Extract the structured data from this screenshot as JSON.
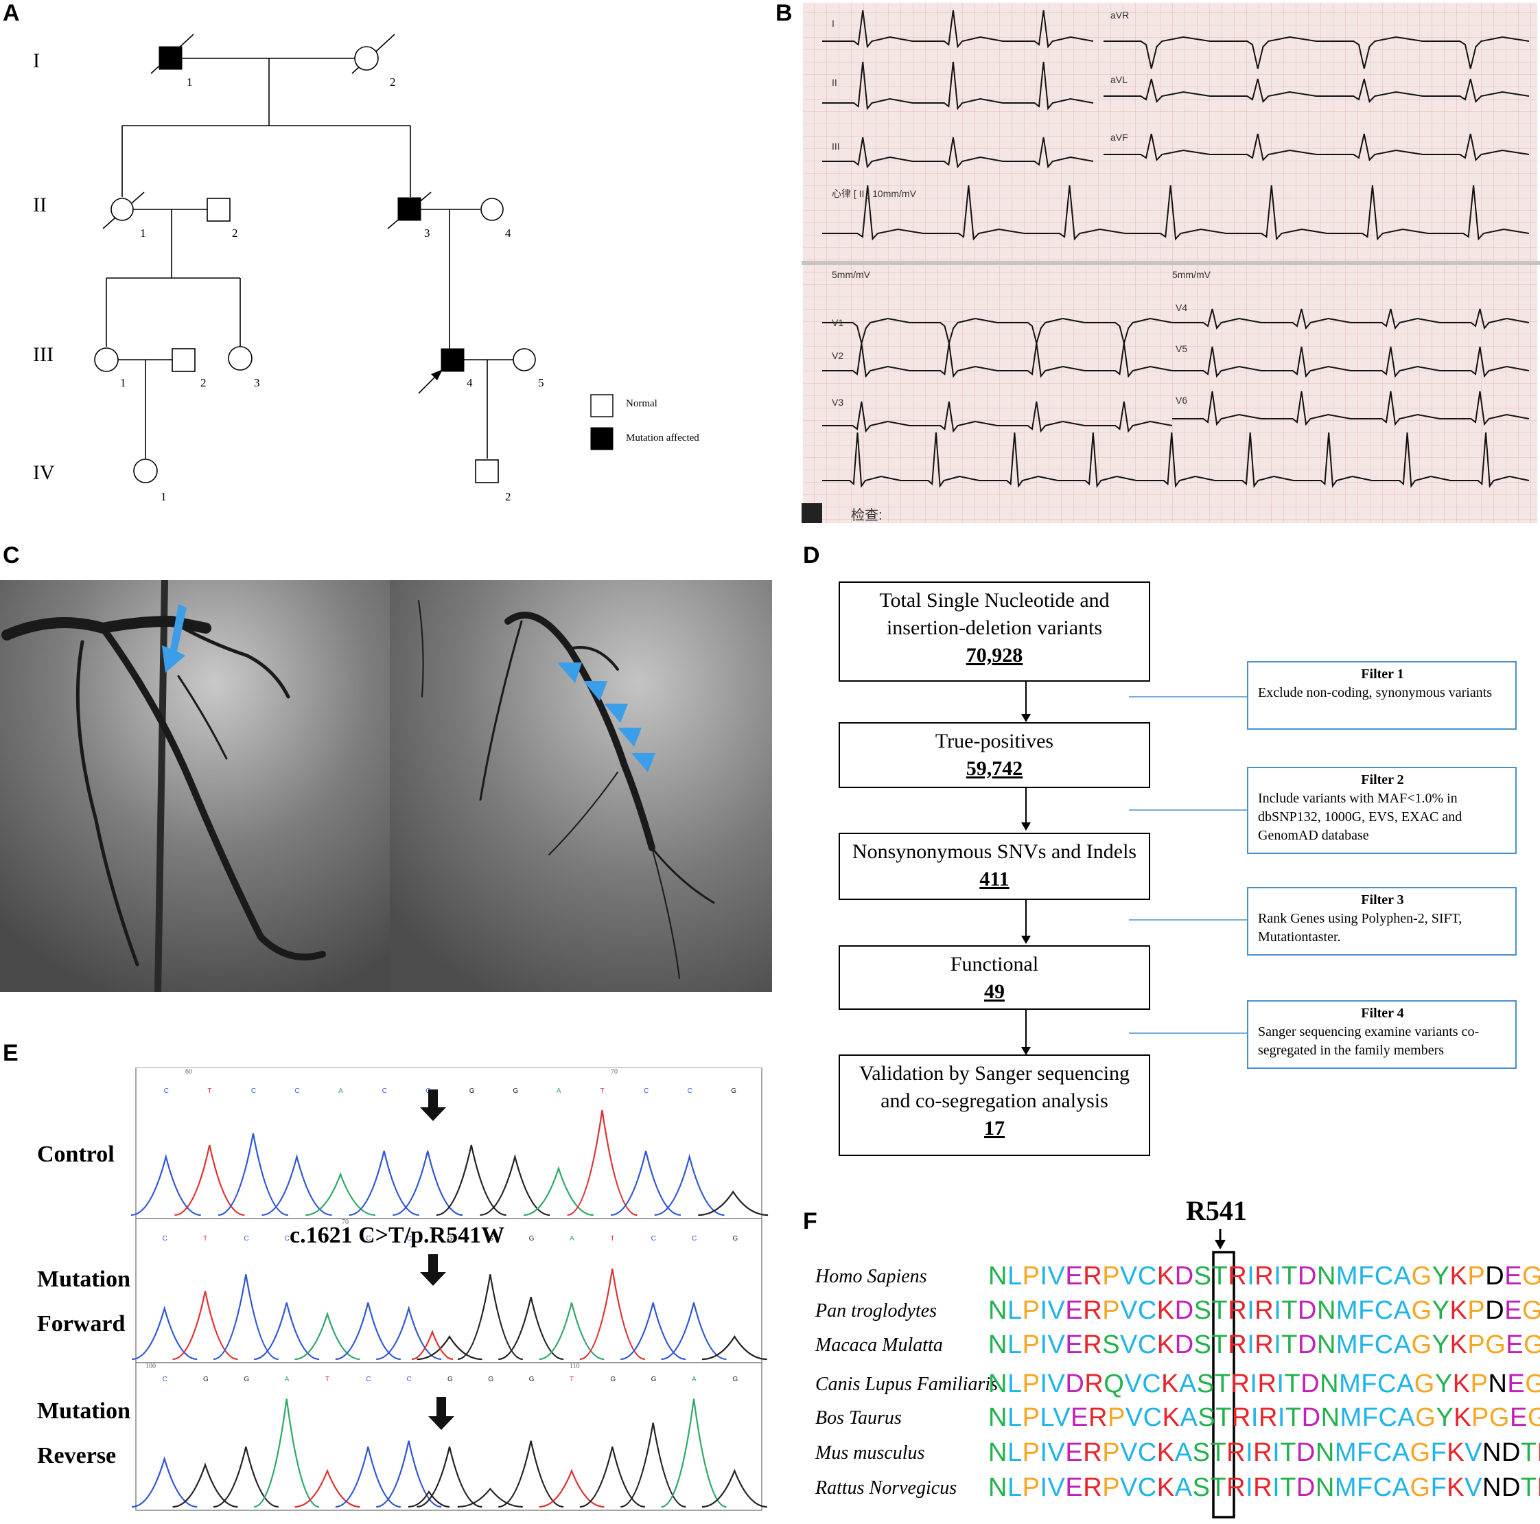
{
  "panels": {
    "a": "A",
    "b": "B",
    "c": "C",
    "d": "D",
    "e": "E",
    "f": "F"
  },
  "pedigree": {
    "generations": [
      "I",
      "II",
      "III",
      "IV"
    ],
    "ids": {
      "I1": "1",
      "I2": "2",
      "II1": "1",
      "II2": "2",
      "II3": "3",
      "II4": "4",
      "III1": "1",
      "III2": "2",
      "III3": "3",
      "III4": "4",
      "III5": "5",
      "IV1": "1",
      "IV2": "2"
    },
    "legend": {
      "normal": "Normal",
      "affected": "Mutation affected"
    }
  },
  "ecg": {
    "leads_left": [
      "I",
      "II",
      "III"
    ],
    "leads_right": [
      "aVR",
      "aVL",
      "aVF"
    ],
    "rhythm_label": "心律 [ II ] 10mm/mV",
    "chest_left": [
      "V1",
      "V2",
      "V3"
    ],
    "chest_right": [
      "V4",
      "V5",
      "V6"
    ],
    "gain_left": "5mm/mV",
    "gain_right": "5mm/mV",
    "footer": "检查:"
  },
  "flow": {
    "boxes": [
      {
        "line1": "Total Single Nucleotide and",
        "line2": "insertion-deletion variants",
        "num": "70,928"
      },
      {
        "line1": "True-positives",
        "line2": "",
        "num": "59,742"
      },
      {
        "line1": "Nonsynonymous SNVs and Indels",
        "line2": "",
        "num": "411"
      },
      {
        "line1": "Functional",
        "line2": "",
        "num": "49"
      },
      {
        "line1": "Validation by Sanger sequencing",
        "line2": "and co-segregation analysis",
        "num": "17"
      }
    ],
    "filters": [
      {
        "title": "Filter 1",
        "text": "Exclude non-coding, synonymous variants"
      },
      {
        "title": "Filter 2",
        "text": "Include variants with MAF<1.0% in dbSNP132, 1000G, EVS, EXAC and GenomAD database"
      },
      {
        "title": "Filter 3",
        "text": "Rank Genes using Polyphen-2, SIFT, Mutationtaster."
      },
      {
        "title": "Filter 4",
        "text": "Sanger sequencing examine variants co-segregated in the family members"
      }
    ]
  },
  "sanger": {
    "control": "Control",
    "mutation": "Mutation",
    "forward": "Forward",
    "reverse": "Reverse",
    "mutation_note": "c.1621 C>T/p.R541W",
    "bases_1": [
      "C",
      "T",
      "C",
      "C",
      "A",
      "C",
      "C",
      "G",
      "G",
      "A",
      "T",
      "C",
      "C",
      "G"
    ],
    "bases_2": [
      "C",
      "T",
      "C",
      "C",
      "A",
      "C",
      "C",
      "G",
      "G",
      "G",
      "A",
      "T",
      "C",
      "C",
      "G"
    ],
    "bases_3": [
      "C",
      "G",
      "G",
      "A",
      "T",
      "C",
      "C",
      "G",
      "G",
      "G",
      "T",
      "G",
      "G",
      "A",
      "G"
    ],
    "ticks": {
      "t60": "60",
      "t70": "70",
      "t70b": "70",
      "t100": "100",
      "t110": "110"
    }
  },
  "alignment": {
    "marker": "R541",
    "rows": [
      {
        "species": "Homo Sapiens",
        "seq": "NLPIVERPVCKDSTRIRITDNMFCAGYKPDEGKR"
      },
      {
        "species": "Pan troglodytes",
        "seq": "NLPIVERPVCKDSTRIRITDNMFCAGYKPDEGKR"
      },
      {
        "species": "Macaca Mulatta",
        "seq": "NLPIVERSVCKDSTRIRITDNMFCAGYKPGEGKR"
      },
      {
        "species": "Canis Lupus Familiaris",
        "seq": "NLPIVDRQVCKASTRIRITDNMFCAGYKPNEGKR"
      },
      {
        "species": "Bos Taurus",
        "seq": "NLPLVERPVCKASTRIRITDNMFCAGYKPGEGKR"
      },
      {
        "species": "Mus musculus",
        "seq": "NLPIVERPVCKASTRIRITDNMFCAGFKVNDTKR"
      },
      {
        "species": "Rattus Norvegicus",
        "seq": "NLPIVERPVCKASTRIRITDNMFCAGFKVNDTKR"
      }
    ],
    "colors": {
      "hydrophobic": "#1fb3e8",
      "positive": "#e8232a",
      "negative": "#c21fb8",
      "polar": "#22b14c",
      "special": "#f5a623",
      "other": "#000000",
      "nonpolar": "#8040c0"
    }
  }
}
